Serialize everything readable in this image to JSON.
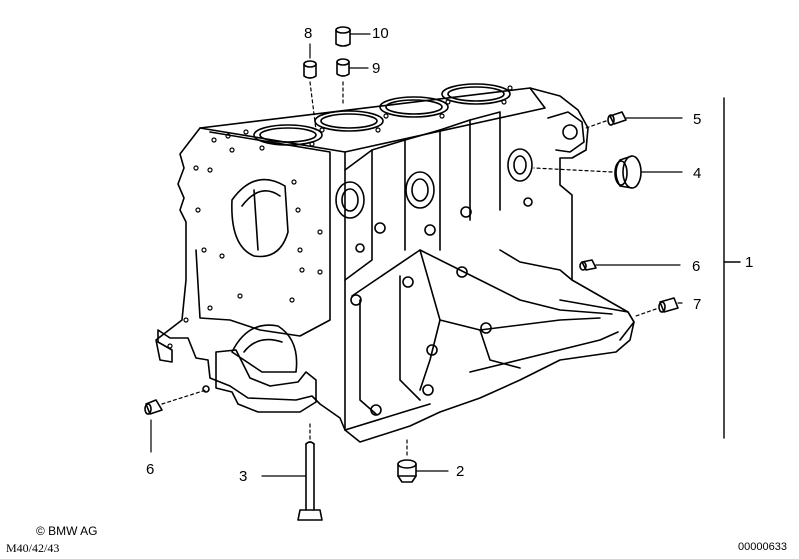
{
  "callouts": {
    "c1": "1",
    "c2": "2",
    "c3": "3",
    "c4": "4",
    "c5": "5",
    "c6_right": "6",
    "c6_left": "6",
    "c7": "7",
    "c8": "8",
    "c9": "9",
    "c10": "10"
  },
  "footer": {
    "copyright": "© BMW AG",
    "model": "M40/42/43",
    "doc_number": "00000633"
  }
}
